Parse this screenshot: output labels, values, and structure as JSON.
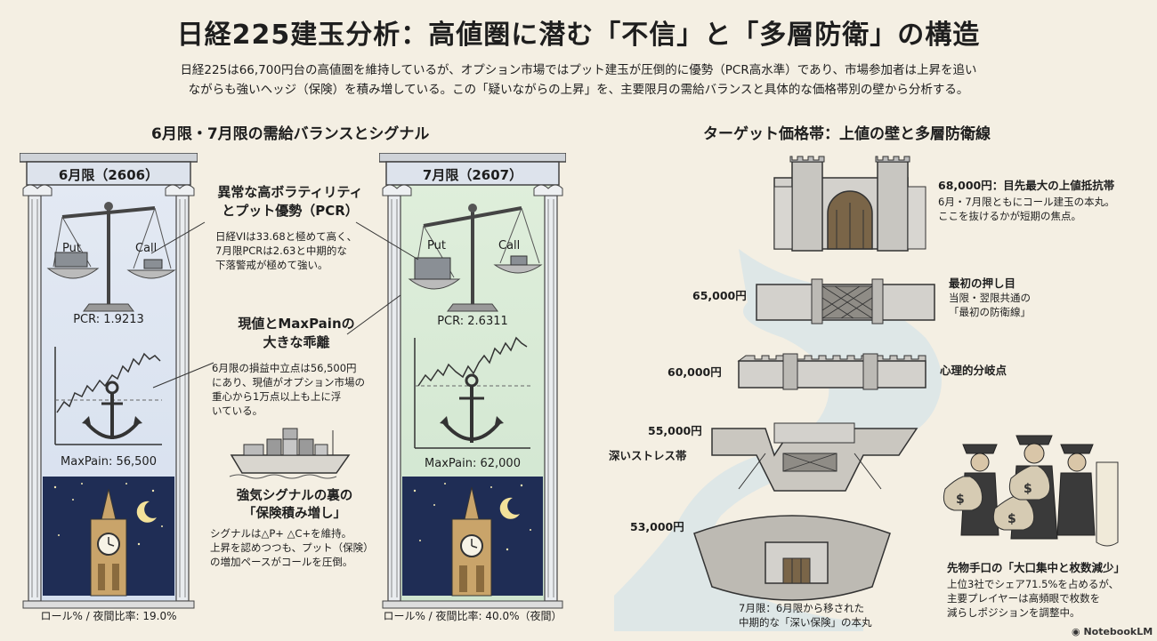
{
  "title": "日経225建玉分析：高値圏に潜む「不信」と「多層防衛」の構造",
  "intro": {
    "line1": "日経225は66,700円台の高値圏を維持しているが、オプション市場ではプット建玉が圧倒的に優勢（PCR高水準）であり、市場参加者は上昇を追い",
    "line2": "ながらも強いヘッジ（保険）を積み増している。この「疑いながらの上昇」を、主要限月の需給バランスと具体的な価格帯別の壁から分析する。"
  },
  "left_section": {
    "title": "6月限・7月限の需給バランスとシグナル",
    "june": {
      "header": "6月限（2606）",
      "put": "Put",
      "call": "Call",
      "pcr": "PCR: 1.9213",
      "maxpain": "MaxPain: 56,500",
      "footer": "ロール% / 夜間比率: 19.0%"
    },
    "july": {
      "header": "7月限（2607）",
      "put": "Put",
      "call": "Call",
      "pcr": "PCR: 2.6311",
      "maxpain": "MaxPain: 62,000",
      "footer": "ロール% / 夜間比率: 40.0%（夜間）"
    },
    "callout1": {
      "title1": "異常な高ボラティリティ",
      "title2": "とプット優勢（PCR）",
      "body1": "日経VIは33.68と極めて高く、",
      "body2": "7月限PCRは2.63と中期的な",
      "body3": "下落警戒が極めて強い。"
    },
    "callout2": {
      "title1": "現値とMaxPainの",
      "title2": "大きな乖離",
      "body1": "6月限の損益中立点は56,500円",
      "body2": "にあり、現値がオプション市場の",
      "body3": "重心から1万点以上も上に浮",
      "body4": "いている。"
    },
    "callout3": {
      "title1": "強気シグナルの裏の",
      "title2": "「保険積み増し」",
      "body1": "シグナルは△P+ △C+を維持。",
      "body2": "上昇を認めつつも、プット（保険）",
      "body3": "の増加ペースがコールを圧倒。"
    }
  },
  "right_section": {
    "title": "ターゲット価格帯：上値の壁と多層防衛線",
    "level_68000": {
      "label": "68,000円：目先最大の上値抵抗帯",
      "body1": "6月・7月限ともにコール建玉の本丸。",
      "body2": "ここを抜けるかが短期の焦点。"
    },
    "level_65000": {
      "price": "65,000円",
      "title": "最初の押し目",
      "body1": "当限・翌限共通の",
      "body2": "「最初の防衛線」"
    },
    "level_60000": {
      "price": "60,000円",
      "title": "心理的分岐点"
    },
    "level_55000": {
      "price": "55,000円",
      "title": "深いストレス帯"
    },
    "level_53000": {
      "price": "53,000円",
      "body1": "7月限：6月限から移された",
      "body2": "中期的な「深い保険」の本丸"
    },
    "players": {
      "title": "先物手口の「大口集中と枚数減少」",
      "body1": "上位3社でシェア71.5%を占めるが、",
      "body2": "主要プレイヤーは高頻眼で枚数を",
      "body3": "減らしポジションを調整中。"
    }
  },
  "brand": "NotebookLM",
  "icons": [
    "scale-icon",
    "anchor-icon",
    "clock-tower-icon",
    "moon-icon",
    "ship-icon",
    "castle-icon",
    "gate-wall-icon",
    "wall-icon",
    "trench-icon",
    "bunker-icon",
    "money-bag-icon",
    "scroll-icon",
    "brand-icon"
  ],
  "colors": {
    "background": "#f4efe3",
    "june_panel": "#dce5f0",
    "july_panel": "#dcecd8",
    "night_sky": "#1f2d55"
  }
}
